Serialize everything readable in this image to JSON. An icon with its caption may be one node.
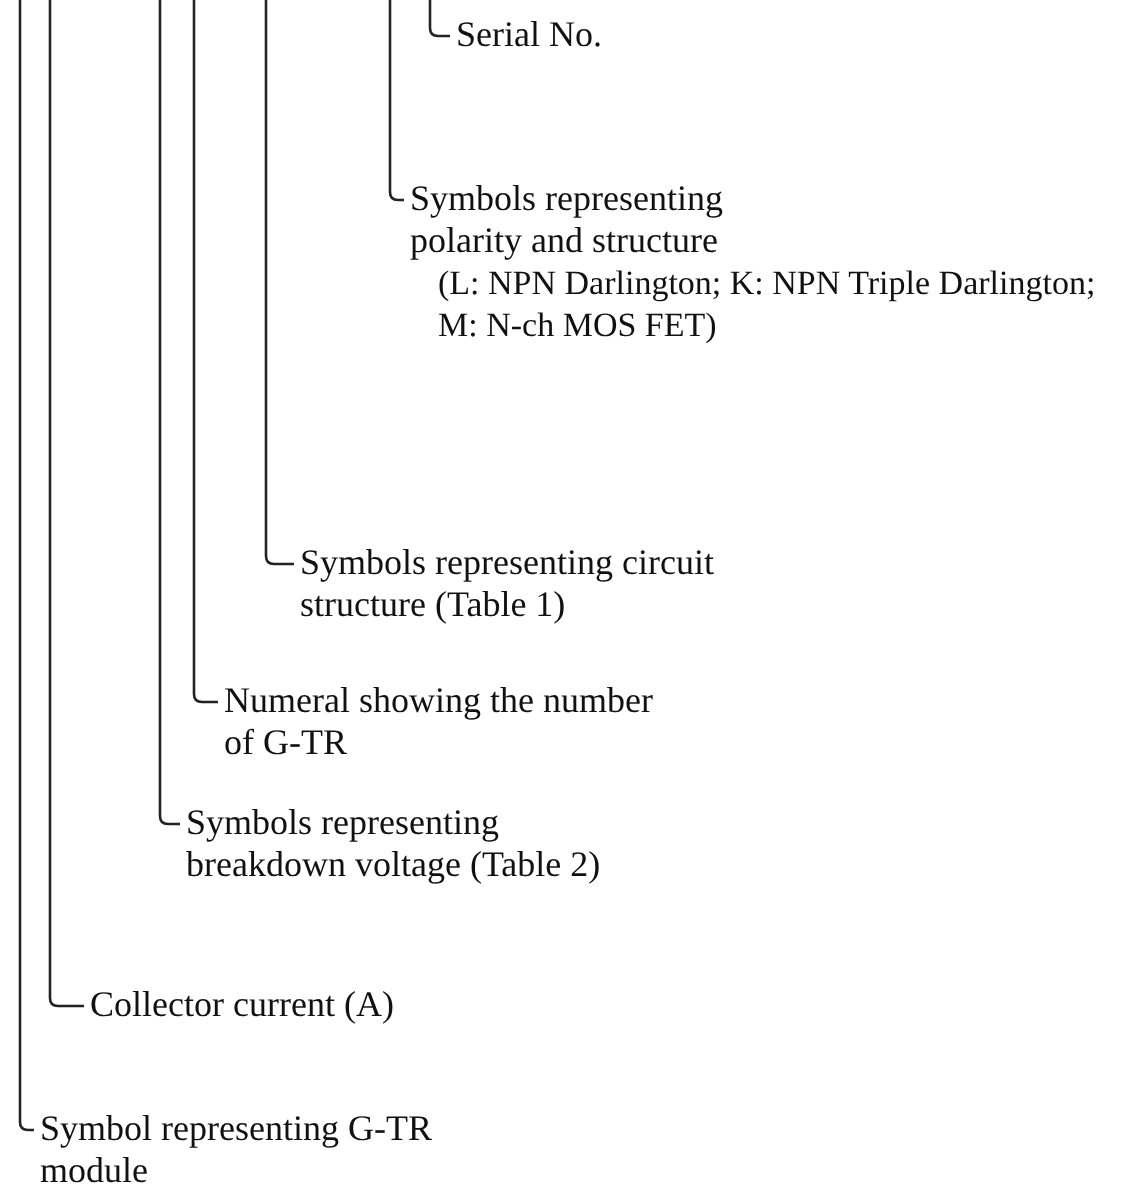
{
  "diagram": {
    "nodes": [
      {
        "text": [
          "Serial No."
        ]
      },
      {
        "text": [
          "Symbols representing polarity and structure",
          "(L: NPN Darlington; K: NPN Triple Darlington; M: N-ch MOS FET)"
        ]
      },
      {
        "text": [
          "Symbols representing circuit structure (Table 1)"
        ]
      },
      {
        "text": [
          "Numeral showing the number of G-TR"
        ]
      },
      {
        "text": [
          "Symbols representing breakdown voltage (Table 2)"
        ]
      },
      {
        "text": [
          "Collector current (A)"
        ]
      },
      {
        "text": [
          "Symbol representing G-TR module"
        ]
      }
    ],
    "edges": [
      {
        "from": 0,
        "to": null,
        "arrow": "none"
      },
      {
        "from": 1,
        "to": null,
        "arrow": "none"
      },
      {
        "from": 2,
        "to": null,
        "arrow": "none"
      },
      {
        "from": 3,
        "to": null,
        "arrow": "none"
      },
      {
        "from": 4,
        "to": null,
        "arrow": "none"
      },
      {
        "from": 5,
        "to": null,
        "arrow": "none"
      },
      {
        "from": 6,
        "to": null,
        "arrow": "none"
      }
    ]
  }
}
